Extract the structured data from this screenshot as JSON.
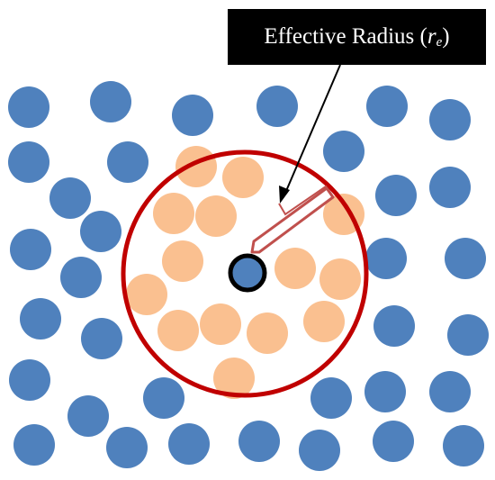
{
  "label": {
    "text": "Effective Radius (",
    "symbol": "r",
    "subscript": "e",
    "close": ")"
  },
  "colors": {
    "outer_particle": "#4f81bd",
    "inner_particle": "#fac090",
    "boundary": "#c00000",
    "center_outline": "#000000",
    "radius_bar_fill": "#ffffff",
    "radius_bar_stroke": "#c0504d",
    "label_background": "#000000",
    "label_text": "#ffffff"
  },
  "icons": {
    "arrow": "arrow-pointer-icon"
  }
}
